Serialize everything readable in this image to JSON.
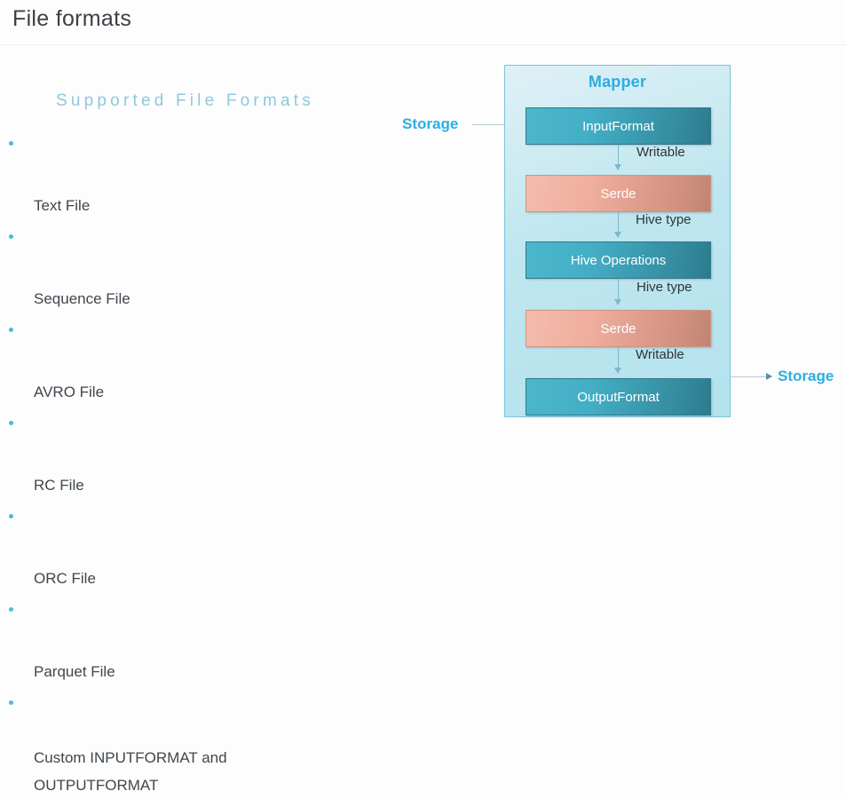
{
  "header": {
    "title": "File formats"
  },
  "left_panel": {
    "heading": "Supported File Formats",
    "items": [
      {
        "label": "Text File"
      },
      {
        "label": "Sequence File"
      },
      {
        "label": "AVRO File"
      },
      {
        "label": "RC File"
      },
      {
        "label": "ORC File"
      },
      {
        "label": "Parquet File"
      },
      {
        "label": "Custom INPUTFORMAT and\nOUTPUTFORMAT"
      }
    ]
  },
  "diagram": {
    "container_title": "Mapper",
    "storage_in_label": "Storage",
    "storage_out_label": "Storage",
    "boxes": [
      {
        "label": "InputFormat",
        "style": "teal"
      },
      {
        "label": "Serde",
        "style": "salmon"
      },
      {
        "label": "Hive Operations",
        "style": "teal"
      },
      {
        "label": "Serde",
        "style": "salmon"
      },
      {
        "label": "OutputFormat",
        "style": "teal"
      }
    ],
    "edge_labels": [
      {
        "label": "Writable"
      },
      {
        "label": "Hive type"
      },
      {
        "label": "Hive type"
      },
      {
        "label": "Writable"
      }
    ]
  },
  "colors": {
    "accent_cyan": "#2daee0",
    "heading_blue": "#8fc8dd",
    "bullet": "#4fb8dd",
    "box_teal": "#33899c",
    "box_salmon": "#cf8f7e",
    "container_fill": "#b3e2ed",
    "text_dark": "#3f464c"
  }
}
